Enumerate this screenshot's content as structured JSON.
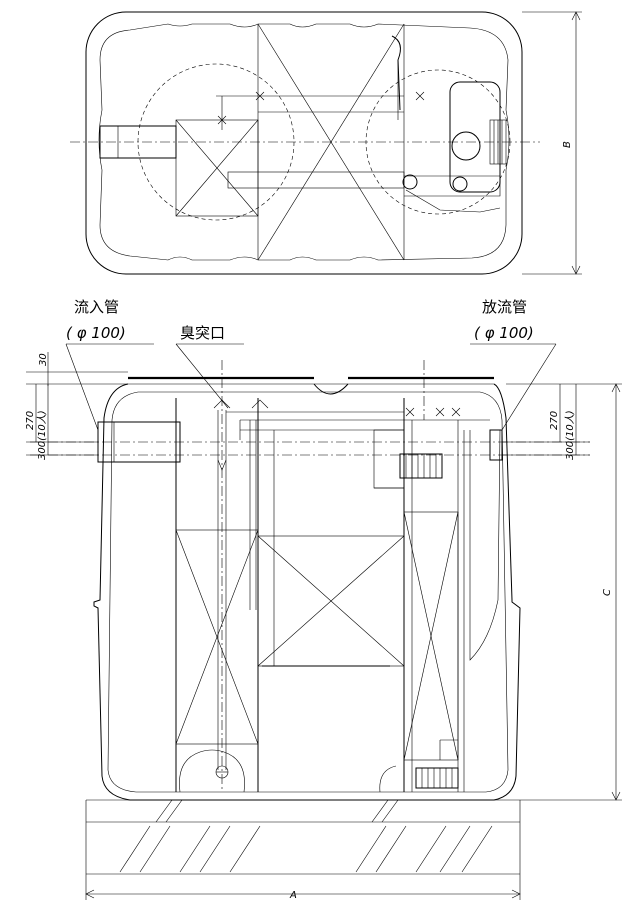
{
  "labels": {
    "inlet_pipe": "流入管",
    "inlet_size": "( φ 100)",
    "odor_vent": "臭突口",
    "outlet_pipe": "放流管",
    "outlet_size": "( φ 100)"
  },
  "dimensions": {
    "a": "A",
    "b": "B",
    "c": "C",
    "d30": "30",
    "d270_left": "270",
    "d300_left": "300(10人)",
    "d270_right": "270",
    "d300_right": "300(10人)"
  }
}
